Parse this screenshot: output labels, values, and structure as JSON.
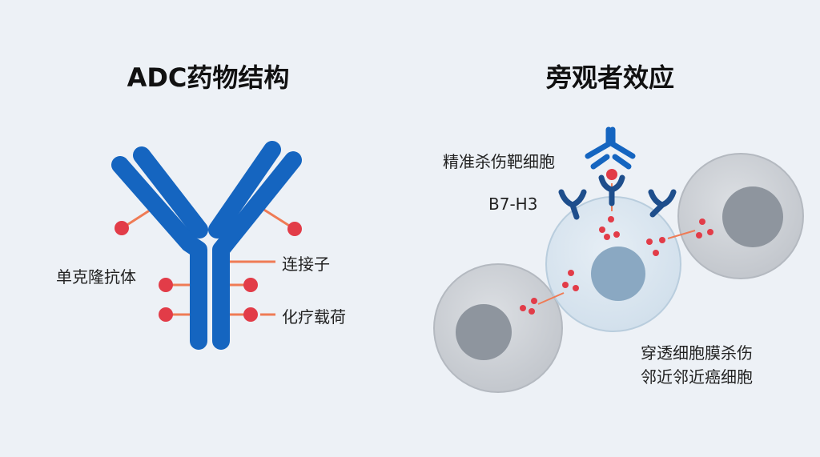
{
  "left_panel": {
    "title": "ADC药物结构",
    "labels": {
      "antibody": "单克隆抗体",
      "linker": "连接子",
      "payload": "化疗载荷"
    }
  },
  "right_panel": {
    "title": "旁观者效应",
    "labels": {
      "target_kill": "精准杀伤靶细胞",
      "receptor": "B7-H3",
      "bystander_line1": "穿透细胞膜杀伤",
      "bystander_line2": "邻近邻近癌细胞"
    }
  },
  "colors": {
    "background": "#edf1f6",
    "antibody_blue": "#1565c0",
    "receptor_navy": "#1e4e8c",
    "payload_red": "#e23c48",
    "linker_orange": "#ef7b55",
    "cell_gray": "#c8ccd2",
    "target_cell": "#d8e6f0",
    "nucleus_blue": "#8aa8c2"
  }
}
